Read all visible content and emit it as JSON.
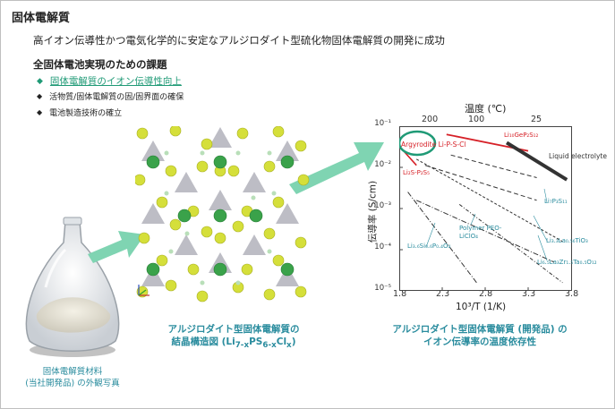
{
  "title": "固体電解質",
  "subtitle": "高イオン伝導性かつ電気化学的に安定なアルジロダイト型硫化物固体電解質の開発に成功",
  "challenges": {
    "heading": "全固体電池実現のための課題",
    "items": [
      {
        "text": "固体電解質のイオン伝導性向上",
        "highlight": true
      },
      {
        "text": "活物質/固体電解質の固/固界面の確保",
        "highlight": false
      },
      {
        "text": "電池製造技術の確立",
        "highlight": false
      }
    ]
  },
  "photo_caption": [
    "固体電解質材料",
    "(当社開発品) の外観写真"
  ],
  "crystal_caption": {
    "line1": "アルジロダイト型固体電解質の",
    "line2_prefix": "結晶構造図 (Li",
    "sub1": "7-x",
    "mid1": "PS",
    "sub2": "6-x",
    "mid2": "Cl",
    "sub3": "x",
    "suffix": ")"
  },
  "chart_caption": [
    "アルジロダイト型固体電解質 (開発品) の",
    "イオン伝導率の温度依存性"
  ],
  "colors": {
    "accent": "#1f9a76",
    "caption": "#2a8c9e",
    "arrow": "#7fd4b2",
    "highlight_red": "#d62027"
  },
  "chart_data": {
    "type": "line",
    "xlabel": "10³/T (1/K)",
    "ylabel": "伝導率 (S/cm)",
    "top_axis_label": "温度 (℃)",
    "top_ticks": [
      "200",
      "100",
      "25"
    ],
    "x_ticks": [
      "1.8",
      "2.3",
      "2.8",
      "3.3",
      "3.8"
    ],
    "y_ticks": [
      "10⁻¹",
      "10⁻²",
      "10⁻³",
      "10⁻⁴",
      "10⁻⁵"
    ],
    "xlim": [
      1.8,
      3.8
    ],
    "ylim": [
      -5,
      -1
    ],
    "series": [
      {
        "name": "Argyrodite Li-P-S-Cl",
        "x": [
          1.85,
          2.0
        ],
        "y": [
          -1.6,
          -1.95
        ]
      },
      {
        "name": "Li₁₀GeP₂S₁₂",
        "x": [
          2.35,
          3.3
        ],
        "y": [
          -1.2,
          -1.6
        ]
      },
      {
        "name": "Liquid electrolyte",
        "x": [
          3.05,
          3.75
        ],
        "y": [
          -1.4,
          -2.3
        ]
      },
      {
        "name": "Li₂S-P₂S₅",
        "x": [
          2.1,
          3.4
        ],
        "y": [
          -1.95,
          -2.8
        ]
      },
      {
        "name": "Li₇P₃S₁₁",
        "x": [
          2.4,
          3.4
        ],
        "y": [
          -1.7,
          -2.25
        ]
      },
      {
        "name": "Li₃.₃La₀.₅₆TiO₃",
        "x": [
          2.0,
          3.7
        ],
        "y": [
          -1.8,
          -3.8
        ]
      },
      {
        "name": "Polymer PEO-LiClO₄",
        "x": [
          2.0,
          3.6
        ],
        "y": [
          -2.8,
          -4.3
        ]
      },
      {
        "name": "Li₃.₆Si₀.₆P₀.₄O₄",
        "x": [
          1.9,
          2.7
        ],
        "y": [
          -2.6,
          -4.8
        ]
      },
      {
        "name": "Li₆.₅La₃Zr₁.₅Ta₀.₅O₁₂",
        "x": [
          2.5,
          3.7
        ],
        "y": [
          -2.9,
          -4.8
        ]
      }
    ]
  }
}
